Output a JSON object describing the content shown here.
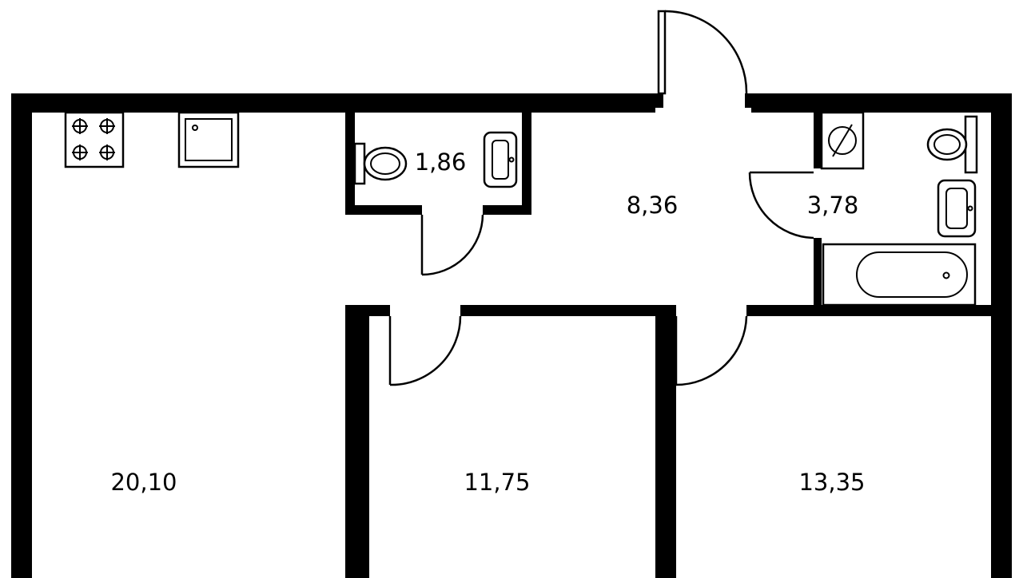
{
  "rooms": [
    {
      "id": "kitchen-living",
      "area": "20,10"
    },
    {
      "id": "wc",
      "area": "1,86"
    },
    {
      "id": "hall",
      "area": "8,36"
    },
    {
      "id": "bathroom",
      "area": "3,78"
    },
    {
      "id": "bedroom-1",
      "area": "11,75"
    },
    {
      "id": "bedroom-2",
      "area": "13,35"
    }
  ],
  "colors": {
    "wall": "#000000",
    "background": "#ffffff"
  }
}
